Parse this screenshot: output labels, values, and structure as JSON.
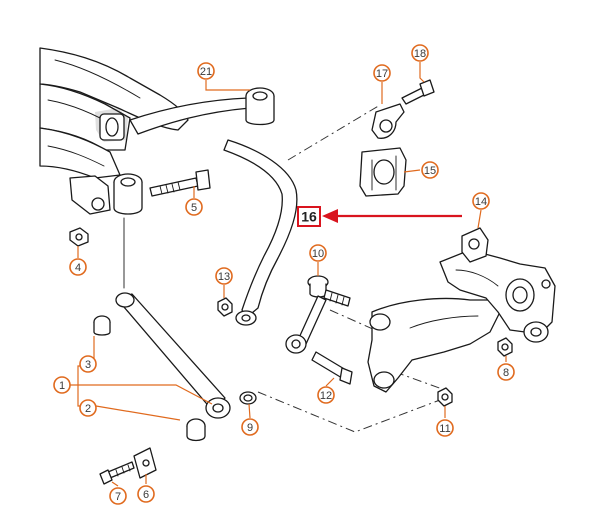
{
  "callouts": [
    {
      "id": "c21",
      "label": "21"
    },
    {
      "id": "c18",
      "label": "18"
    },
    {
      "id": "c17",
      "label": "17"
    },
    {
      "id": "c15",
      "label": "15"
    },
    {
      "id": "c5",
      "label": "5"
    },
    {
      "id": "c4",
      "label": "4"
    },
    {
      "id": "c14",
      "label": "14"
    },
    {
      "id": "c10",
      "label": "10"
    },
    {
      "id": "c13",
      "label": "13"
    },
    {
      "id": "c3",
      "label": "3"
    },
    {
      "id": "c1",
      "label": "1"
    },
    {
      "id": "c2",
      "label": "2"
    },
    {
      "id": "c9",
      "label": "9"
    },
    {
      "id": "c12",
      "label": "12"
    },
    {
      "id": "c8",
      "label": "8"
    },
    {
      "id": "c11",
      "label": "11"
    },
    {
      "id": "c7",
      "label": "7"
    },
    {
      "id": "c6",
      "label": "6"
    }
  ],
  "highlight": {
    "label": "16"
  },
  "colors": {
    "callout_ring": "#e06a1e",
    "highlight": "#d9141e",
    "ink": "#1a1a1a"
  }
}
